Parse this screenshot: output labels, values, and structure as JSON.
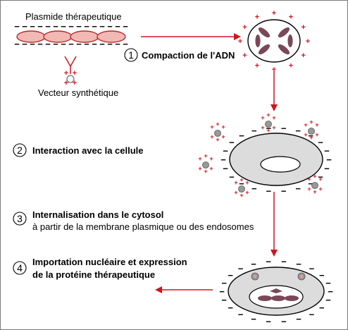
{
  "labels": {
    "plasmid": "Plasmide thérapeutique",
    "vector": "Vecteur synthétique"
  },
  "steps": [
    {
      "number": "1",
      "title": "Compaction de l'ADN"
    },
    {
      "number": "2",
      "title": "Interaction avec la cellule"
    },
    {
      "number": "3",
      "title": "Internalisation dans le cytosol",
      "subtitle": "à partir de la membrane plasmique ou des endosomes"
    },
    {
      "number": "4",
      "title_line1": "Importation nucléaire et expression",
      "title_line2": "de la protéine thérapeutique"
    }
  ],
  "symbols": {
    "positive": "+",
    "negative": "−"
  },
  "colors": {
    "arrow": "#d0141e",
    "plus": "#d0141e",
    "plasmid_fill": "#f2b8b4",
    "plasmid_stroke": "#b82a28",
    "dna_fill": "#7a4858",
    "cell_fill": "#dcdcdc",
    "particle_fill": "#999999"
  }
}
